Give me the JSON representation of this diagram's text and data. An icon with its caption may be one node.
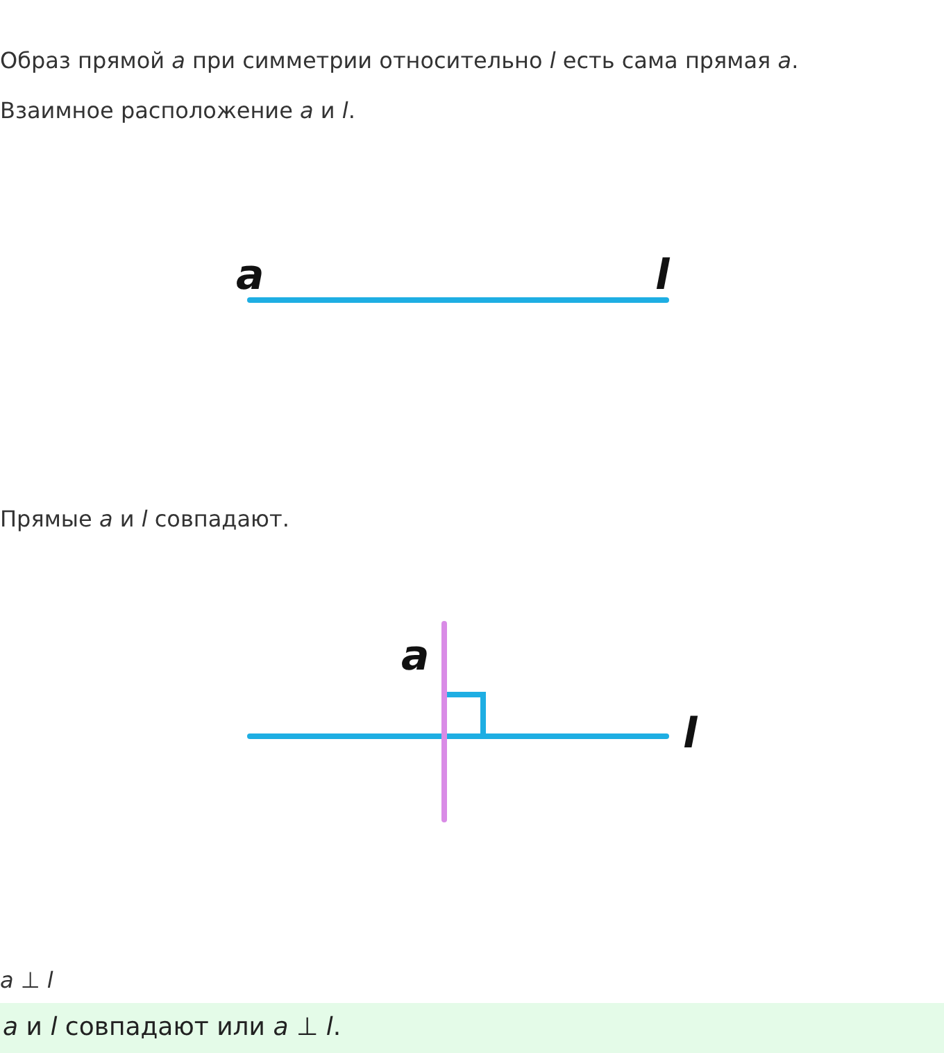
{
  "diagram": {
    "nodes": [
      {
        "text": [
          "*a* и *l* совпадают или *a* ⊥ *l*."
        ]
      }
    ],
    "edges": [],
    "labels": [
      "Образ прямой *a* при симметрии относительно *l* есть сама прямая *a*.",
      "Взаимное расположение *a* и *l*.",
      "a",
      "l",
      "Прямые *a* и *l* совпадают.",
      "a",
      "l",
      "*a* ⊥ *l*"
    ]
  }
}
